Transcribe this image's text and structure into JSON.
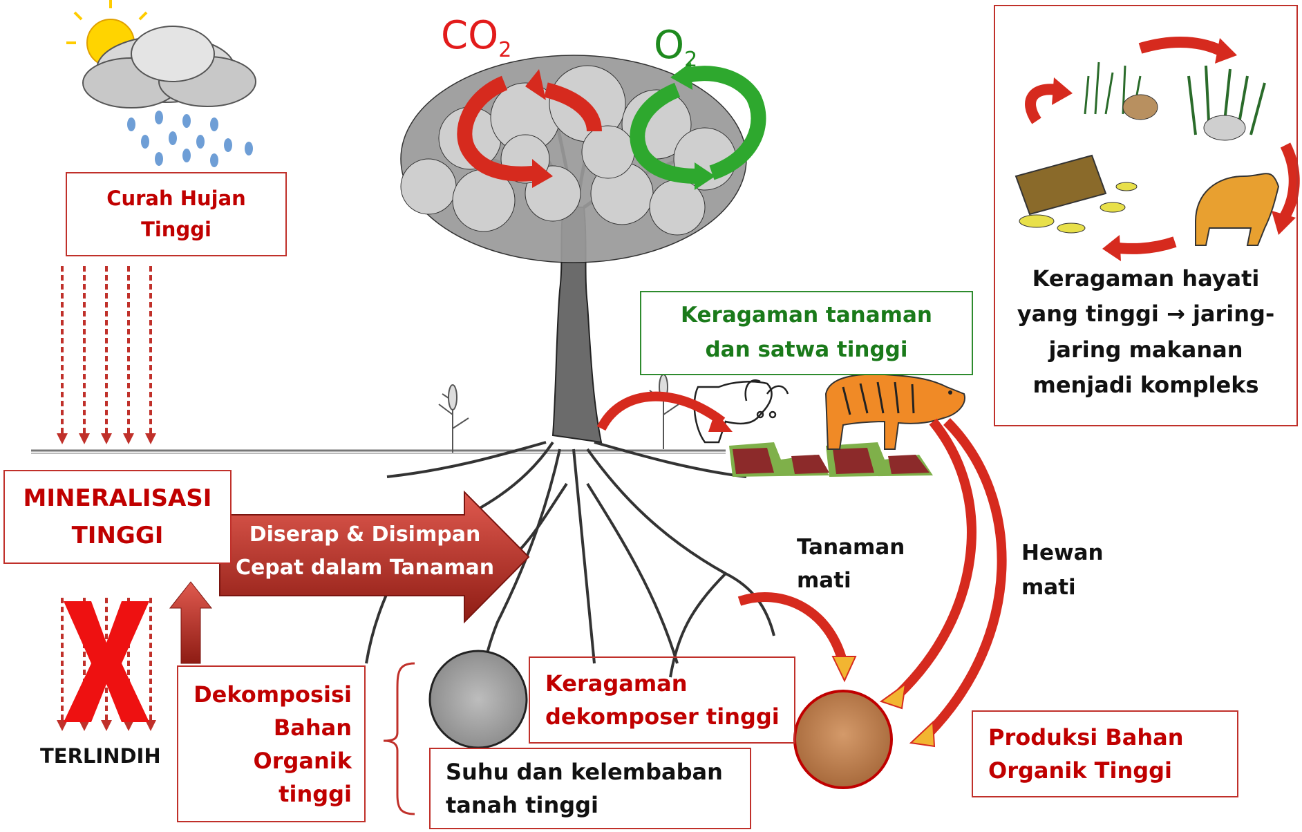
{
  "gases": {
    "co2": "CO",
    "co2_sub": "2",
    "o2": "O",
    "o2_sub": "2"
  },
  "rain_box": {
    "line1": "Curah Hujan",
    "line2": "Tinggi"
  },
  "mineral_box": {
    "line1": "MINERALISASI",
    "line2": "TINGGI"
  },
  "absorb_arrow": {
    "line1": "Diserap & Disimpan",
    "line2": "Cepat dalam Tanaman"
  },
  "leached_label": "TERLINDIH",
  "decomp_box": {
    "line1": "Dekomposisi",
    "line2": "Bahan",
    "line3": "Organik",
    "line4": "tinggi"
  },
  "decomposer_box": {
    "line1": "Keragaman",
    "line2": "dekomposer tinggi"
  },
  "soil_box": {
    "line1": "Suhu dan kelembaban",
    "line2": "tanah tinggi"
  },
  "diversity_box": {
    "line1": "Keragaman tanaman",
    "line2": "dan satwa tinggi"
  },
  "dead_plants": {
    "line1": "Tanaman",
    "line2": "mati"
  },
  "dead_animals": {
    "line1": "Hewan",
    "line2": "mati"
  },
  "production_box": {
    "line1": "Produksi Bahan",
    "line2": "Organik Tinggi"
  },
  "foodweb_caption": {
    "line1": "Keragaman hayati",
    "line2": "yang tinggi → jaring-",
    "line3": "jaring makanan",
    "line4": "menjadi kompleks"
  },
  "colors": {
    "red_text": "#c00000",
    "red_border": "#c0302a",
    "green_text": "#1a7a1a",
    "green_border": "#2e8b2e",
    "arrow_red": "#d62a1e",
    "arrow_green": "#2ea82e",
    "arrow_yellow": "#f2b531"
  }
}
